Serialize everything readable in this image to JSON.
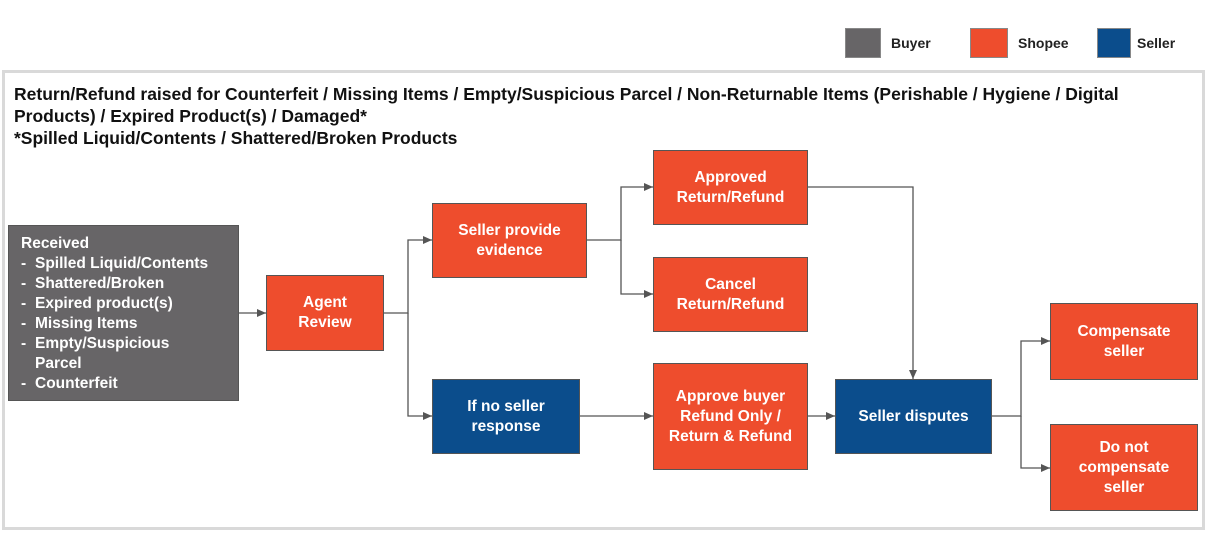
{
  "legend": [
    {
      "label": "Buyer",
      "color": "#676567"
    },
    {
      "label": "Shopee",
      "color": "#ee4d2d"
    },
    {
      "label": "Seller",
      "color": "#0b4d8c"
    }
  ],
  "header": {
    "line1": "Return/Refund raised for Counterfeit / Missing Items / Empty/Suspicious Parcel / Non-Returnable Items (Perishable / Hygiene / Digital Products) / Expired Product(s) / Damaged*",
    "line2": "*Spilled Liquid/Contents / Shattered/Broken Products"
  },
  "nodes": {
    "received": {
      "title": "Received",
      "items": [
        "Spilled Liquid/Contents",
        "Shattered/Broken",
        "Expired product(s)",
        "Missing Items",
        "Empty/Suspicious Parcel",
        "Counterfeit"
      ]
    },
    "agent_review": "Agent Review",
    "seller_provide_evidence": "Seller provide evidence",
    "no_seller_response": "If no seller response",
    "approved_return_refund": "Approved Return/Refund",
    "cancel_return_refund": "Cancel Return/Refund",
    "approve_buyer_refund": "Approve buyer Refund Only / Return & Refund",
    "seller_disputes": "Seller disputes",
    "compensate_seller": "Compensate seller",
    "do_not_compensate": "Do not compensate seller"
  }
}
